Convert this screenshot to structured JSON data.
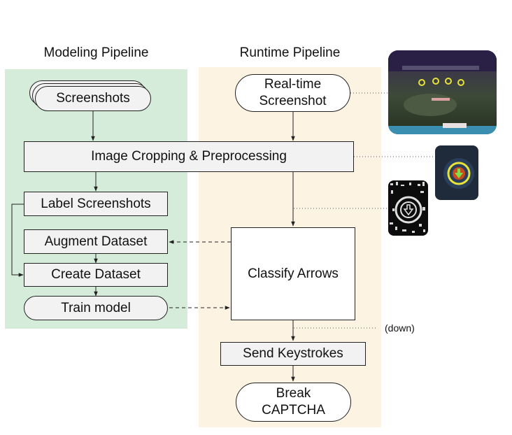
{
  "modeling": {
    "title": "Modeling Pipeline",
    "screenshots": "Screenshots",
    "label_screenshots": "Label Screenshots",
    "augment_dataset": "Augment Dataset",
    "create_dataset": "Create Dataset",
    "train_model": "Train model"
  },
  "runtime": {
    "title": "Runtime Pipeline",
    "realtime_screenshot": "Real-time\nScreenshot",
    "image_cropping": "Image Cropping & Preprocessing",
    "classify_arrows": "Classify Arrows",
    "send_keystrokes": "Send Keystrokes",
    "break_captcha": "Break\nCAPTCHA",
    "down_annotation": "(down)"
  },
  "colors": {
    "modeling_panel": "#d6ecdb",
    "runtime_panel": "#fdf3e3",
    "box_fill": "#f2f2f2",
    "line": "#222222"
  }
}
